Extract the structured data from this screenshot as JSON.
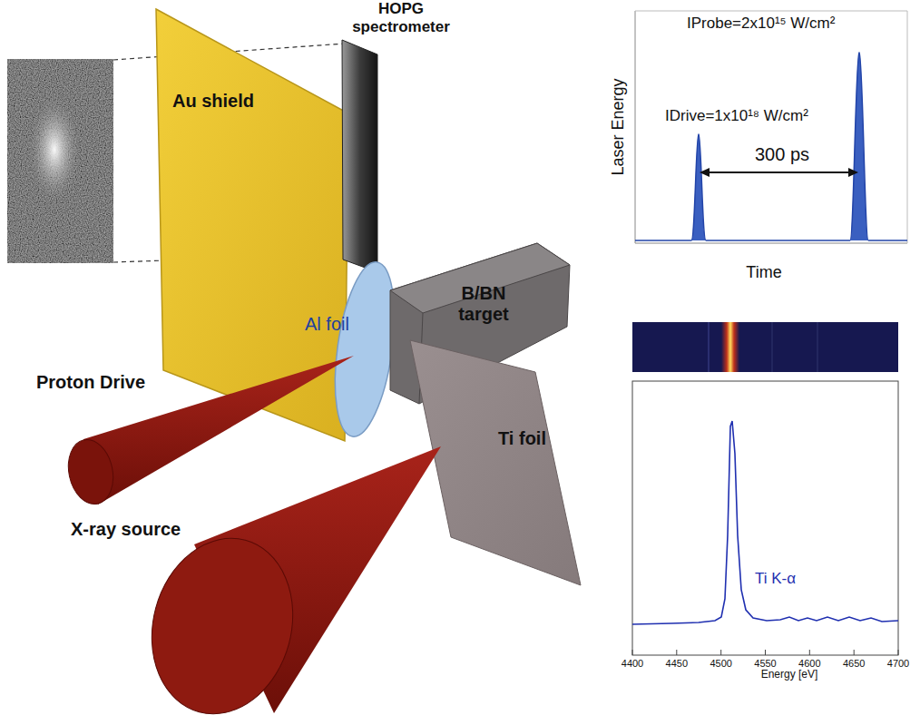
{
  "diagram": {
    "nodes": [
      {
        "text": [
          "Au shield"
        ]
      },
      {
        "text": [
          "HOPG spectrometer"
        ]
      },
      {
        "text": [
          "Al foil"
        ]
      },
      {
        "text": [
          "B/BN target"
        ]
      },
      {
        "text": [
          "Proton Drive"
        ]
      },
      {
        "text": [
          "Ti foil"
        ]
      },
      {
        "text": [
          "X-ray source"
        ]
      }
    ],
    "labels": [
      "Laser Energy",
      "Time",
      "IProbe=2x10¹⁵ W/cm²",
      "IDrive=1x10¹⁸ W/cm²",
      "300 ps",
      "Ti K-α",
      "Energy [eV]",
      "4400",
      "4450",
      "4500",
      "4550",
      "4600",
      "4650",
      "4700"
    ]
  }
}
